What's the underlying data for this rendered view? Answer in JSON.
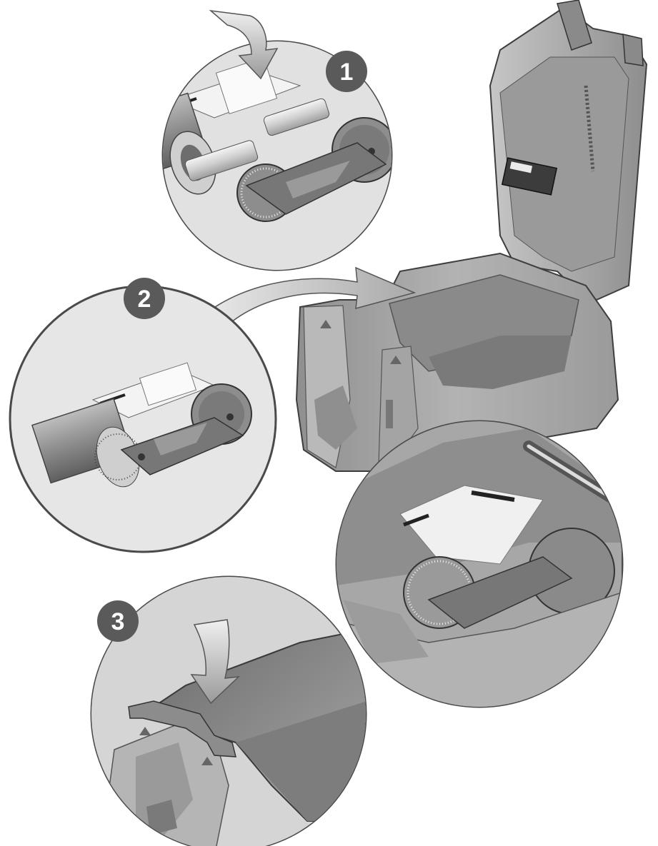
{
  "steps": [
    {
      "number": "1"
    },
    {
      "number": "2"
    },
    {
      "number": "3"
    }
  ],
  "palette": {
    "background": "#ffffff",
    "outline": "#444444",
    "printer_body": "#a9a9a9",
    "printer_dark": "#7a7a7a",
    "ribbon_light": "#e6e6e6",
    "badge": "#595959"
  }
}
